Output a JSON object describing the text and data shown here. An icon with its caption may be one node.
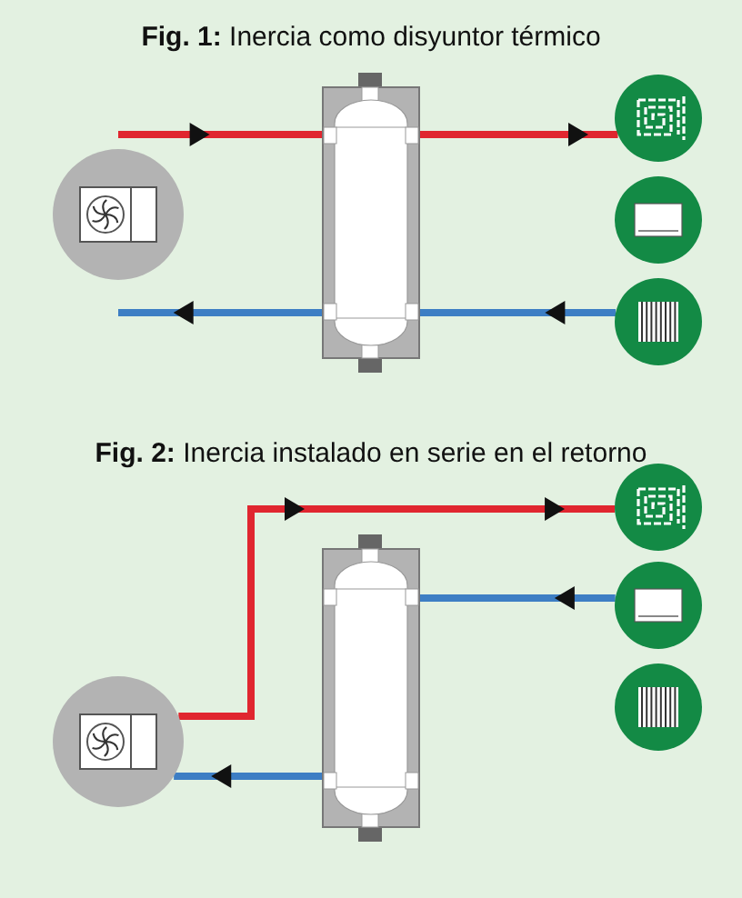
{
  "diagram": {
    "nodes": [
      {
        "text": [],
        "shape": "circle"
      },
      {
        "text": [],
        "shape": "cylinder"
      },
      {
        "text": [],
        "shape": "circle"
      },
      {
        "text": [],
        "shape": "circle"
      },
      {
        "text": [],
        "shape": "circle"
      },
      {
        "text": [],
        "shape": "circle"
      },
      {
        "text": [],
        "shape": "cylinder"
      },
      {
        "text": [],
        "shape": "circle"
      },
      {
        "text": [],
        "shape": "circle"
      },
      {
        "text": [],
        "shape": "circle"
      }
    ],
    "edges": [
      {
        "from": 0,
        "to": 1,
        "arrow": "to",
        "color": "#e0262f"
      },
      {
        "from": 1,
        "to": 2,
        "arrow": "to",
        "color": "#e0262f"
      },
      {
        "from": 4,
        "to": 1,
        "arrow": "to"
      },
      {
        "from": 1,
        "to": 0,
        "arrow": "to"
      },
      {
        "from": 5,
        "to": 7,
        "arrow": "to",
        "color": "#e0262f"
      },
      {
        "from": 8,
        "to": 6,
        "arrow": "to"
      },
      {
        "from": 6,
        "to": 5,
        "arrow": "to"
      }
    ],
    "labels": [
      "**Fig. 1:** Inercia como disyuntor térmico",
      "**Fig. 2:** Inercia instalado en serie en el retorno"
    ]
  }
}
